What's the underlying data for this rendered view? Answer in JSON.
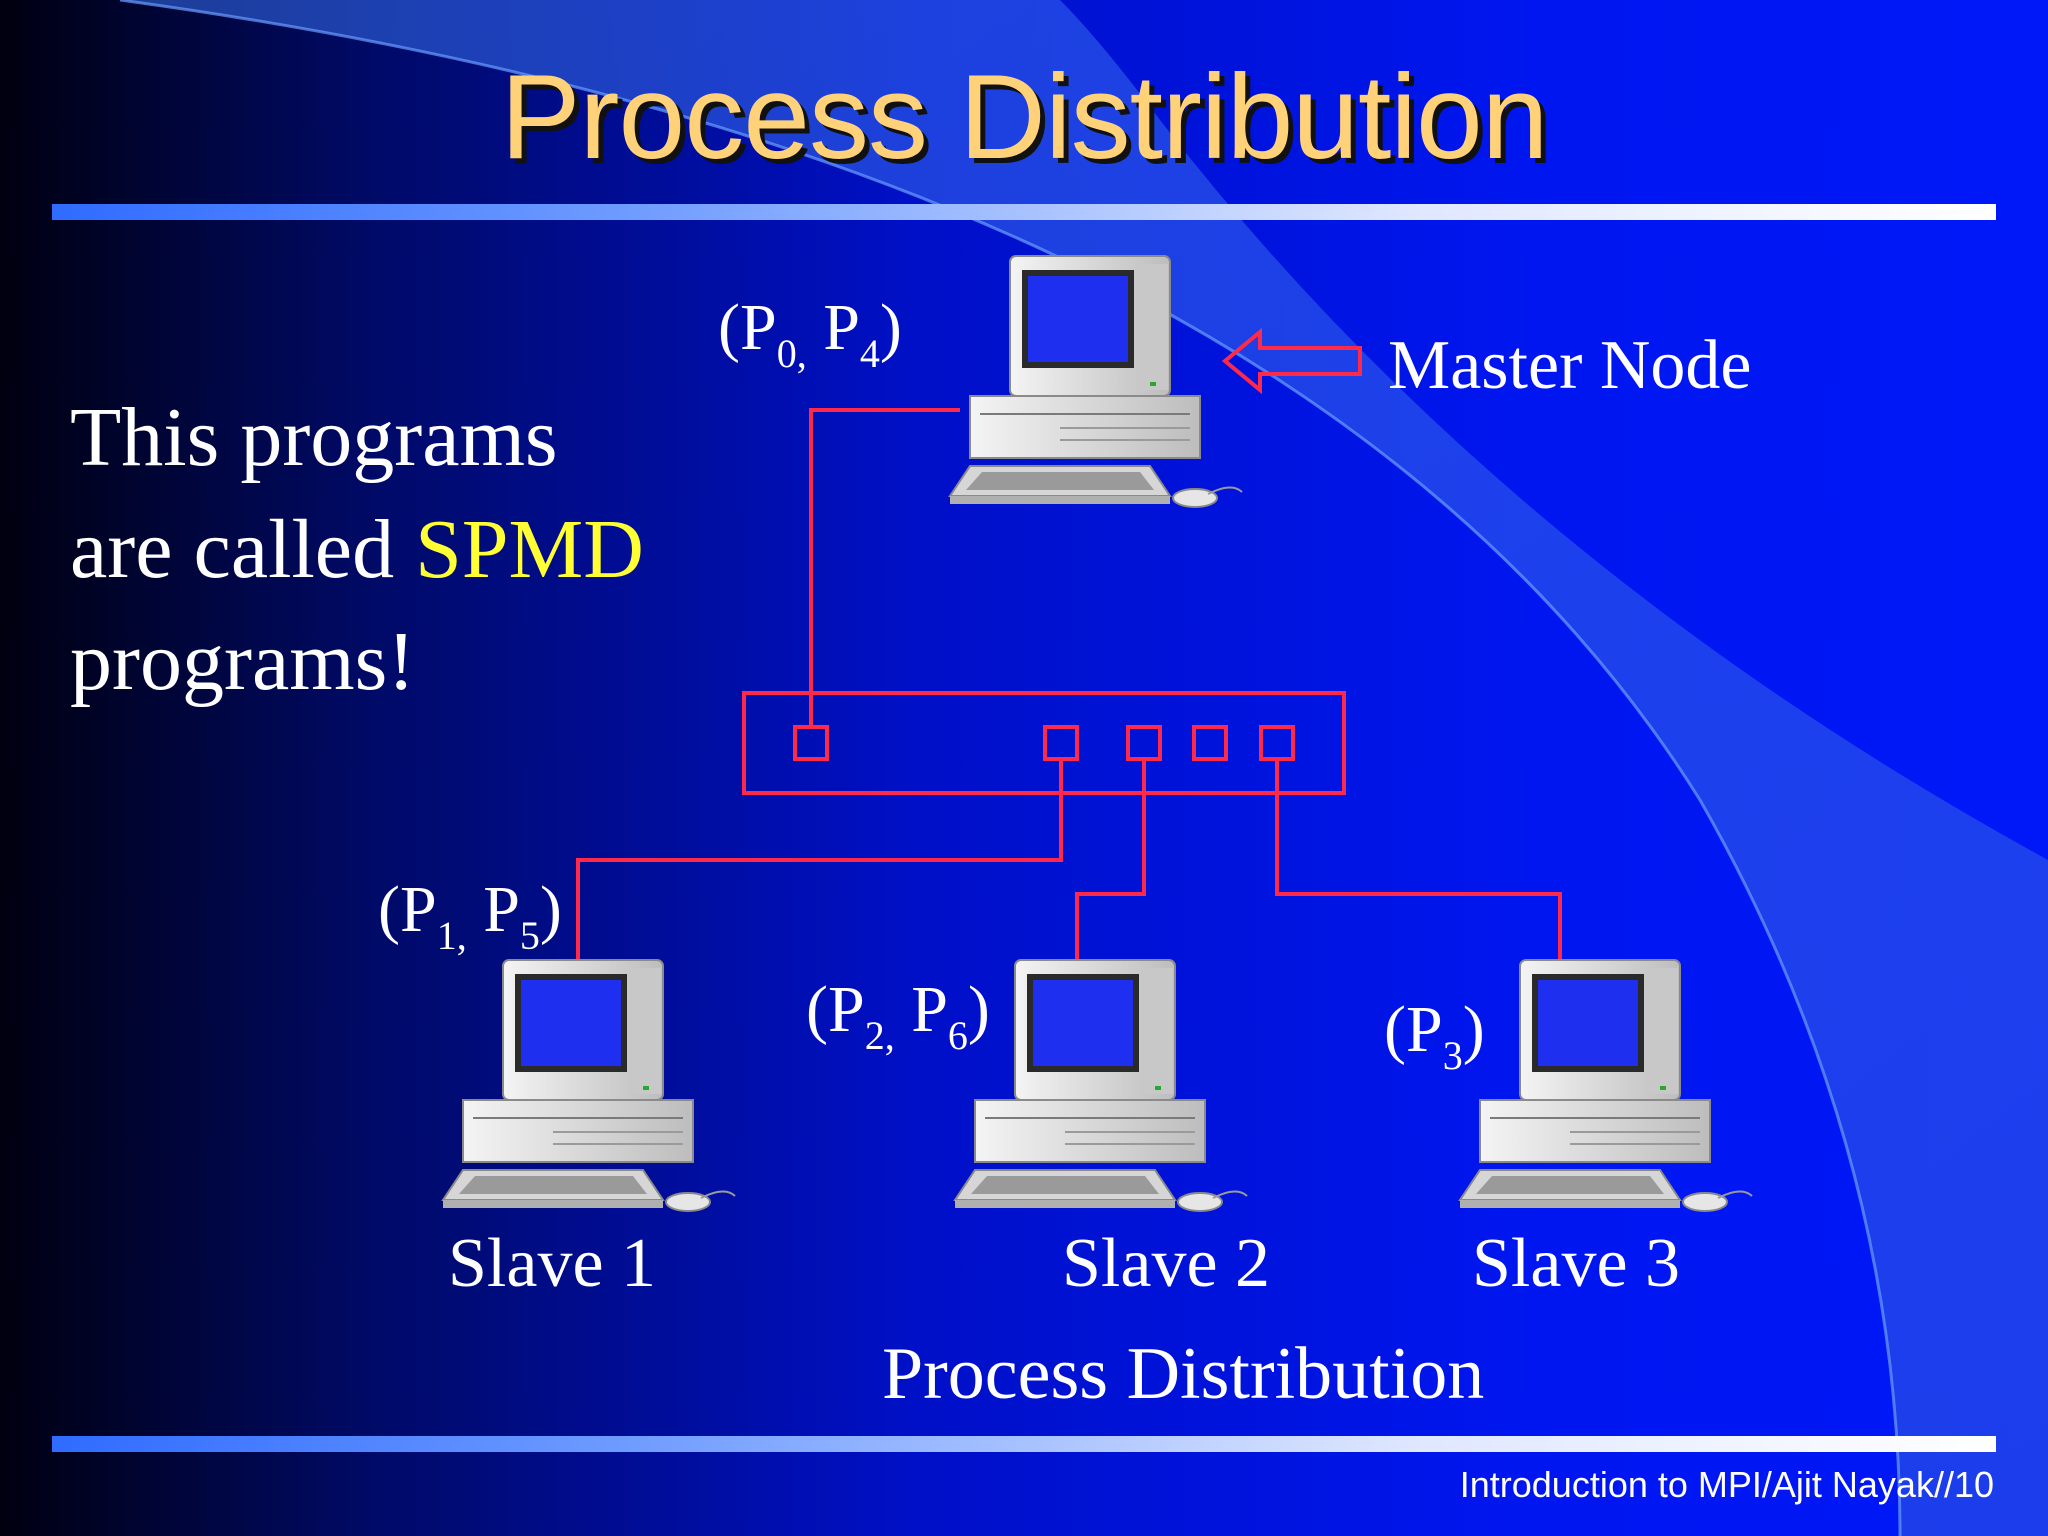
{
  "slide": {
    "title": "Process Distribution",
    "body": {
      "line1": "This programs",
      "line2_prefix": "are called ",
      "line2_highlight": "SPMD",
      "line3": "programs!"
    },
    "master_label": "Master Node",
    "master_processes": "(P0, P4)",
    "slaves": [
      {
        "label": "Slave 1",
        "processes": "(P1, P5)"
      },
      {
        "label": "Slave 2",
        "processes": "(P2, P6)"
      },
      {
        "label": "Slave 3",
        "processes": "(P3)"
      }
    ],
    "caption": "Process Distribution",
    "footer": "Introduction to MPI/Ajit Nayak//10"
  },
  "colors": {
    "title": "#ffd27a",
    "highlight": "#ffff33",
    "wire": "#ff2a4a",
    "text": "#ffffff"
  }
}
